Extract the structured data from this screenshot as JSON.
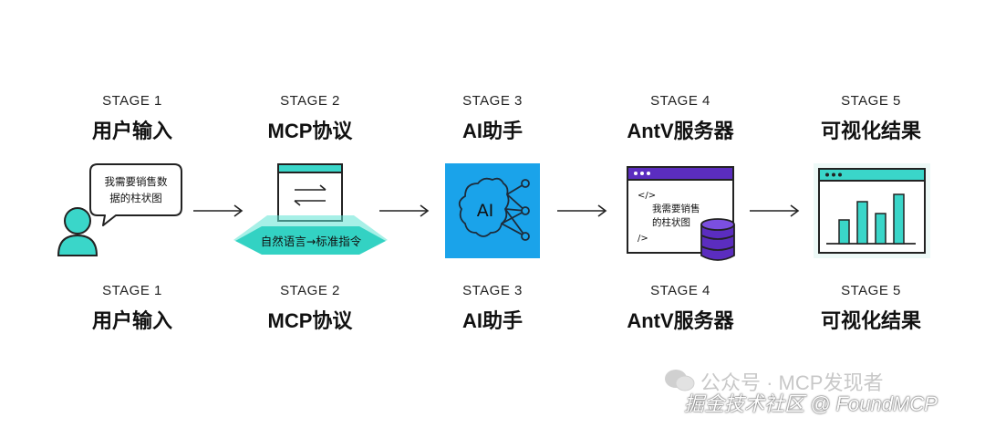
{
  "stages_top": [
    {
      "label": "STAGE 1",
      "title": "用户输入"
    },
    {
      "label": "STAGE 2",
      "title": "MCP协议"
    },
    {
      "label": "STAGE 3",
      "title": "AI助手"
    },
    {
      "label": "STAGE 4",
      "title": "AntV服务器"
    },
    {
      "label": "STAGE 5",
      "title": "可视化结果"
    }
  ],
  "stages_bottom": [
    {
      "label": "STAGE 1",
      "title": "用户输入"
    },
    {
      "label": "STAGE 2",
      "title": "MCP协议"
    },
    {
      "label": "STAGE 3",
      "title": "AI助手"
    },
    {
      "label": "STAGE 4",
      "title": "AntV服务器"
    },
    {
      "label": "STAGE 5",
      "title": "可视化结果"
    }
  ],
  "bubble": {
    "line1": "我需要销售数",
    "line2": "据的柱状图"
  },
  "mcp": {
    "banner": "自然语言→标准指令"
  },
  "ai": {
    "label": "AI"
  },
  "server": {
    "open_tag": "</>",
    "line1": "我需要销售",
    "line2": "的柱状图",
    "close_tag": "/>"
  },
  "watermark": {
    "line1": "公众号 · MCP发现者",
    "line2": "掘金技术社区 @ FoundMCP"
  },
  "colors": {
    "teal": "#3ad6c9",
    "blue": "#1aa3ea",
    "purple": "#5b2dbf",
    "dark": "#222222"
  },
  "icons": [
    "user-icon",
    "arrows-exchange-icon",
    "brain-network-icon",
    "code-window-icon",
    "database-icon",
    "bar-chart-window-icon",
    "arrow-right-icon",
    "wechat-icon"
  ]
}
